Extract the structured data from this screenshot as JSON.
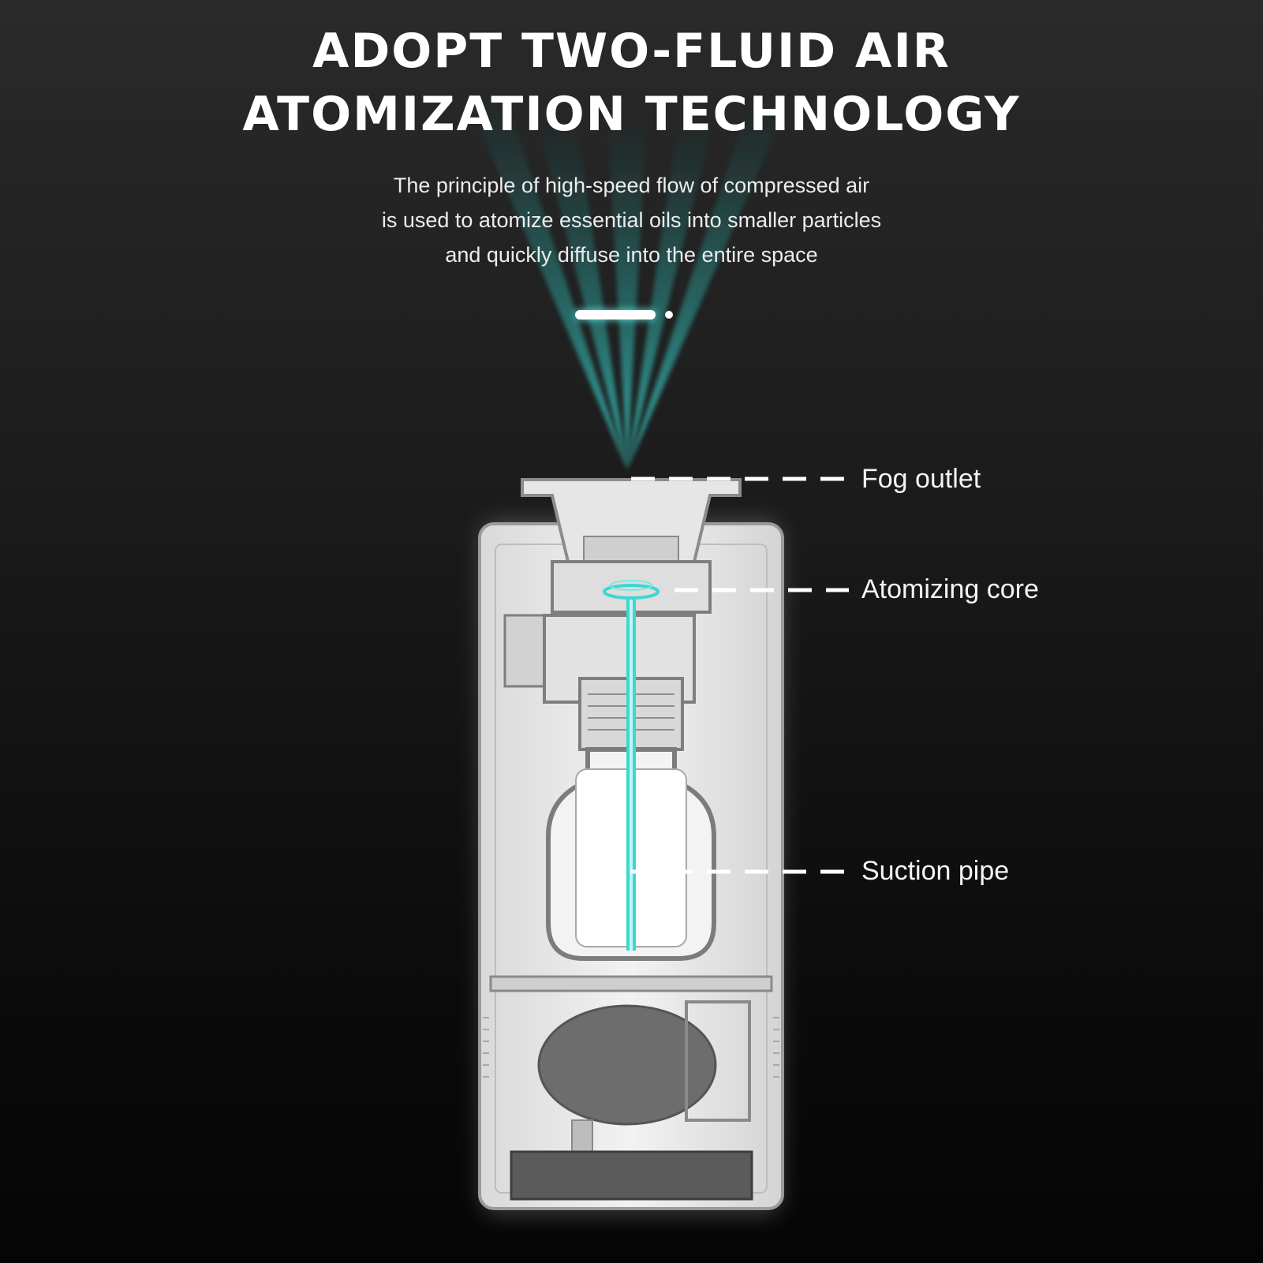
{
  "title": {
    "line1": "ADOPT TWO-FLUID AIR",
    "line2": "ATOMIZATION TECHNOLOGY"
  },
  "subtitle": {
    "line1": "The principle of high-speed flow of compressed air",
    "line2": "is used to atomize essential oils into smaller particles",
    "line3": "and quickly diffuse into the entire space"
  },
  "callouts": [
    {
      "label": "Fog outlet"
    },
    {
      "label": "Atomizing core"
    },
    {
      "label": "Suction pipe"
    }
  ],
  "colors": {
    "accent": "#3fd6d0",
    "background": "#1a1a1a",
    "text": "#ffffff"
  }
}
